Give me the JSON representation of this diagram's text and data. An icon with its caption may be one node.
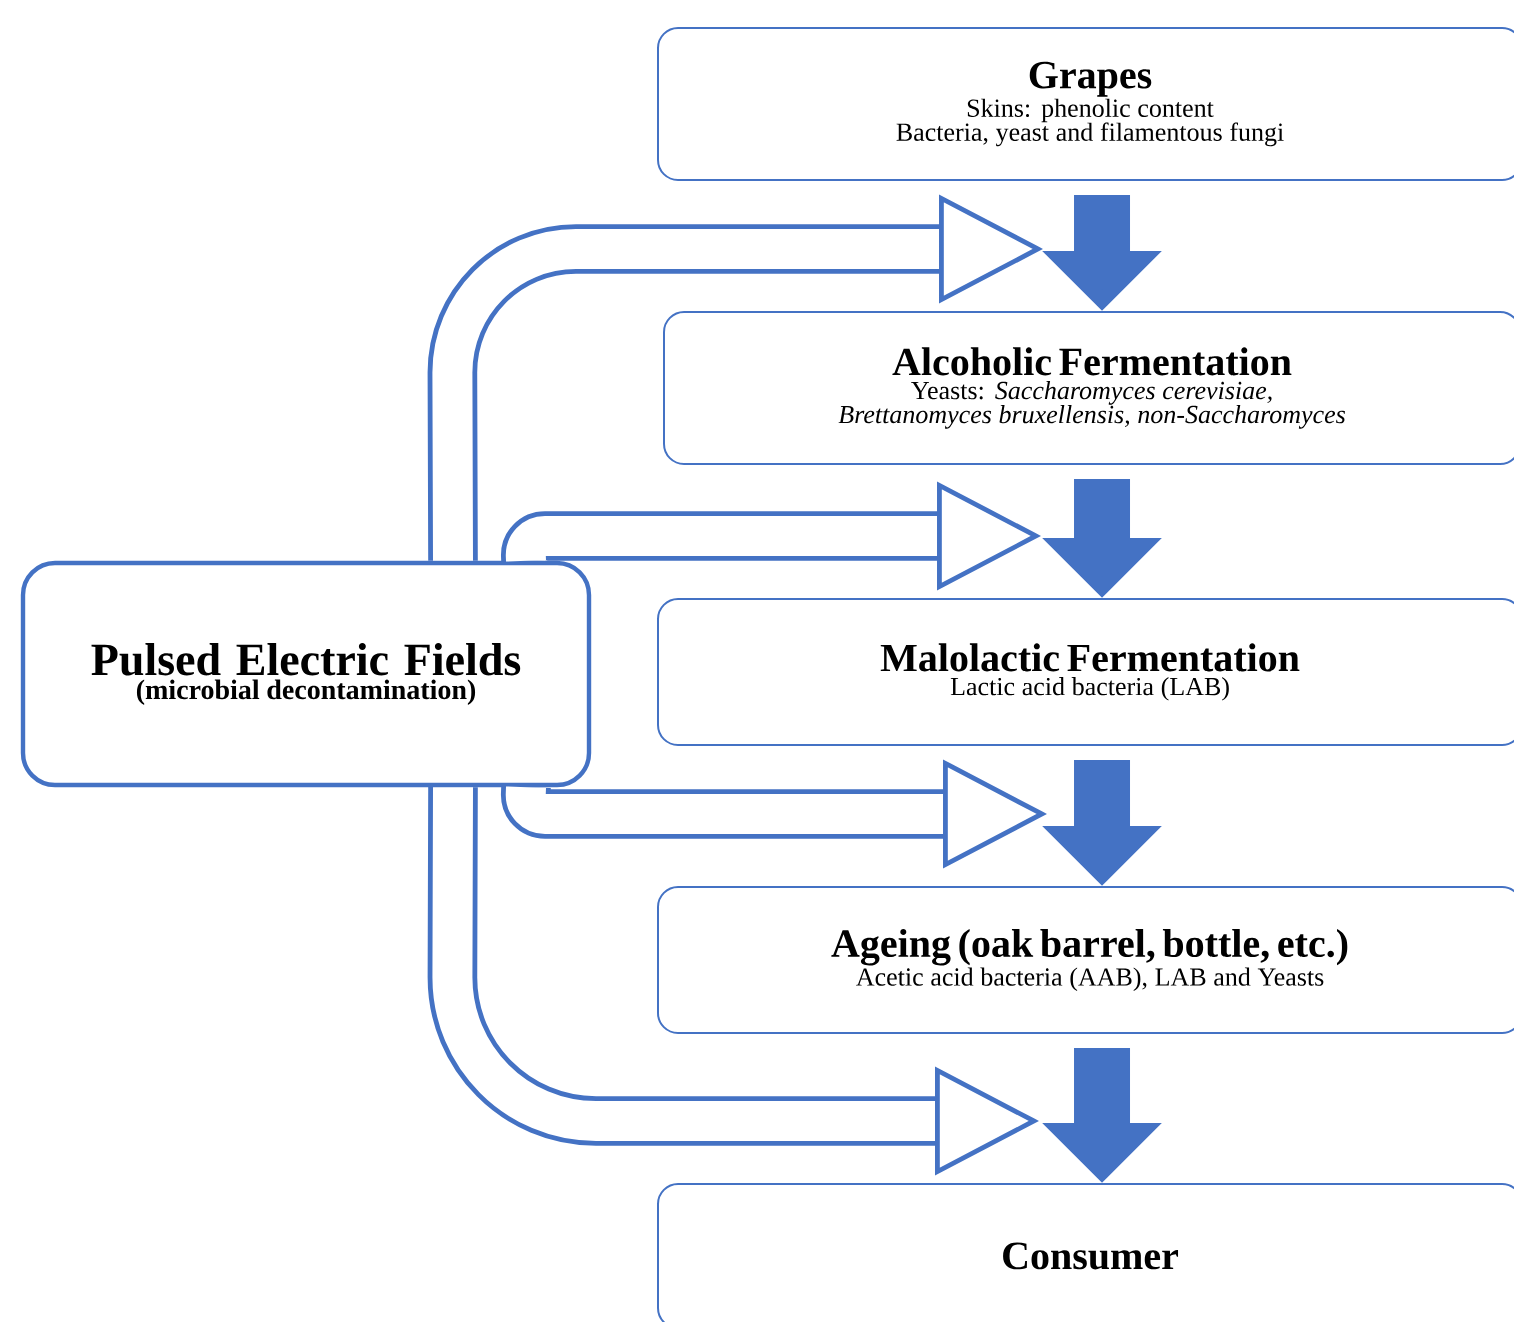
{
  "diagram": {
    "nodes": [
      {
        "text": [
          "Grapes",
          "Skins: phenolic content",
          "Bacteria, yeast and filamentous fungi"
        ]
      },
      {
        "text": [
          "Alcoholic Fermentation",
          "Yeasts: *Saccharomyces cerevisiae, Brettanomyces bruxellensis, non-Saccharomyces*"
        ]
      },
      {
        "text": [
          "Malolactic Fermentation",
          "Lactic acid bacteria (LAB)"
        ]
      },
      {
        "text": [
          "Ageing (oak barrel, bottle, etc.)",
          "Acetic acid bacteria (AAB), LAB and Yeasts"
        ]
      },
      {
        "text": [
          "Consumer"
        ]
      },
      {
        "text": [
          "Pulsed Electric Fields",
          "(microbial decontamination)"
        ]
      }
    ],
    "edges": [
      {
        "from": 0,
        "to": 1,
        "arrow": "to"
      },
      {
        "from": 1,
        "to": 2,
        "arrow": "to"
      },
      {
        "from": 2,
        "to": 3,
        "arrow": "to"
      },
      {
        "from": 3,
        "to": 4,
        "arrow": "to"
      },
      {
        "from": 5,
        "to": 1,
        "arrow": "to"
      },
      {
        "from": 5,
        "to": 2,
        "arrow": "to"
      },
      {
        "from": 5,
        "to": 3,
        "arrow": "to"
      },
      {
        "from": 5,
        "to": 4,
        "arrow": "to"
      }
    ]
  }
}
